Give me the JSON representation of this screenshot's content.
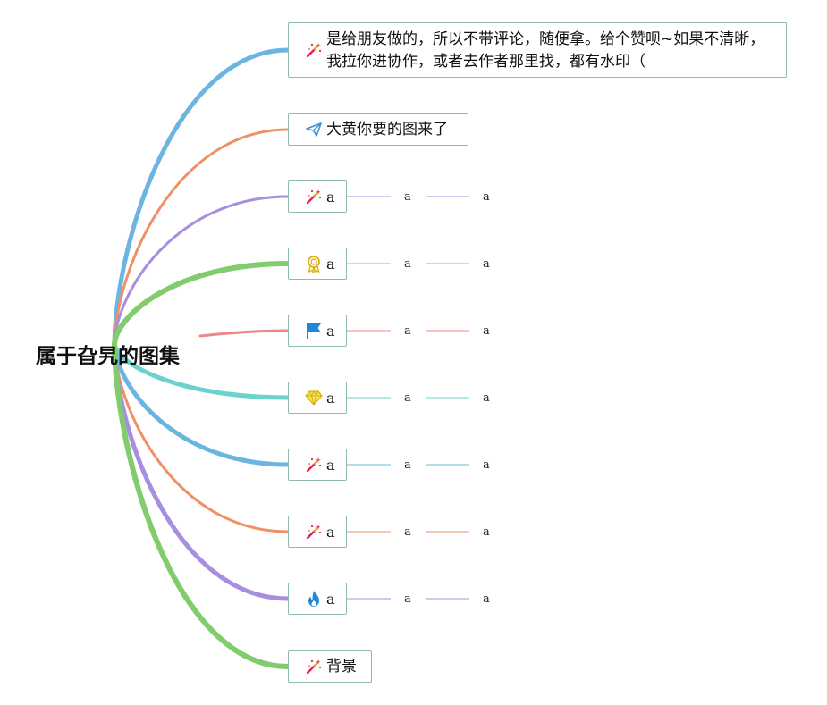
{
  "root": {
    "label": "属于旮旯的图集"
  },
  "branches": [
    {
      "label": "是给朋友做的，所以不带评论，随便拿。给个赞呗~如果不清晰，我拉你进协作，或者去作者那里找，都有水印（",
      "icon": "magic-wand-icon",
      "color": "#6cb5e0",
      "children": []
    },
    {
      "label": "大黄你要的图来了",
      "icon": "paper-plane-icon",
      "color": "#ef9066",
      "children": []
    },
    {
      "label": "a",
      "icon": "magic-wand-icon",
      "color": "#a88ee0",
      "children": [
        "a",
        "a"
      ]
    },
    {
      "label": "a",
      "icon": "award-medal-icon",
      "color": "#82cc6e",
      "children": [
        "a",
        "a"
      ]
    },
    {
      "label": "a",
      "icon": "flag-icon",
      "color": "#ef8585",
      "children": [
        "a",
        "a"
      ]
    },
    {
      "label": "a",
      "icon": "diamond-icon",
      "color": "#6cd2d0",
      "children": [
        "a",
        "a"
      ]
    },
    {
      "label": "a",
      "icon": "magic-wand-icon",
      "color": "#6cb5e0",
      "children": [
        "a",
        "a"
      ]
    },
    {
      "label": "a",
      "icon": "magic-wand-icon",
      "color": "#ef9066",
      "children": [
        "a",
        "a"
      ]
    },
    {
      "label": "a",
      "icon": "fire-icon",
      "color": "#a88ee0",
      "children": [
        "a",
        "a"
      ]
    },
    {
      "label": "背景",
      "icon": "magic-wand-icon",
      "color": "#82cc6e",
      "children": []
    }
  ]
}
